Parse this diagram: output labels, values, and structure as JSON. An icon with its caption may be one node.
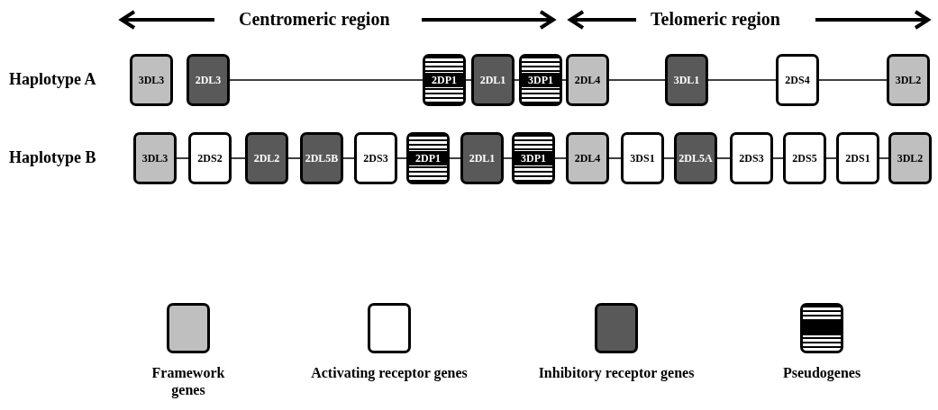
{
  "diagram": {
    "nodes": [
      {
        "text": [
          "3DL3"
        ]
      },
      {
        "text": [
          "2DL3"
        ]
      },
      {
        "text": [
          "2DP1"
        ]
      },
      {
        "text": [
          "2DL1"
        ]
      },
      {
        "text": [
          "3DP1"
        ]
      },
      {
        "text": [
          "2DL4"
        ]
      },
      {
        "text": [
          "3DL1"
        ]
      },
      {
        "text": [
          "2DS4"
        ]
      },
      {
        "text": [
          "3DL2"
        ]
      },
      {
        "text": [
          "3DL3"
        ]
      },
      {
        "text": [
          "2DS2"
        ]
      },
      {
        "text": [
          "2DL2"
        ]
      },
      {
        "text": [
          "2DL5B"
        ]
      },
      {
        "text": [
          "2DS3"
        ]
      },
      {
        "text": [
          "2DP1"
        ]
      },
      {
        "text": [
          "2DL1"
        ]
      },
      {
        "text": [
          "3DP1"
        ]
      },
      {
        "text": [
          "2DL4"
        ]
      },
      {
        "text": [
          "3DS1"
        ]
      },
      {
        "text": [
          "2DL5A"
        ]
      },
      {
        "text": [
          "2DS3"
        ]
      },
      {
        "text": [
          "2DS5"
        ]
      },
      {
        "text": [
          "2DS1"
        ]
      },
      {
        "text": [
          "3DL2"
        ]
      }
    ],
    "edges": [
      {
        "from": 1,
        "to": 2,
        "arrow": "none"
      },
      {
        "from": 2,
        "to": 3,
        "arrow": "none"
      },
      {
        "from": 3,
        "to": 4,
        "arrow": "none"
      },
      {
        "from": 4,
        "to": 5,
        "arrow": "none"
      },
      {
        "from": 5,
        "to": 6,
        "arrow": "none"
      },
      {
        "from": 6,
        "to": 7,
        "arrow": "none"
      },
      {
        "from": 7,
        "to": 8,
        "arrow": "none"
      },
      {
        "from": 9,
        "to": 10,
        "arrow": "none"
      },
      {
        "from": 10,
        "to": 11,
        "arrow": "none"
      },
      {
        "from": 11,
        "to": 12,
        "arrow": "none"
      },
      {
        "from": 12,
        "to": 13,
        "arrow": "none"
      },
      {
        "from": 13,
        "to": 14,
        "arrow": "none"
      },
      {
        "from": 14,
        "to": 15,
        "arrow": "none"
      },
      {
        "from": 15,
        "to": 16,
        "arrow": "none"
      },
      {
        "from": 16,
        "to": 17,
        "arrow": "none"
      },
      {
        "from": 17,
        "to": 18,
        "arrow": "none"
      },
      {
        "from": 18,
        "to": 19,
        "arrow": "none"
      },
      {
        "from": 19,
        "to": 20,
        "arrow": "none"
      },
      {
        "from": 20,
        "to": 21,
        "arrow": "none"
      },
      {
        "from": 21,
        "to": 22,
        "arrow": "none"
      },
      {
        "from": 22,
        "to": 23,
        "arrow": "none"
      }
    ],
    "labels": [
      "Centromeric region",
      "Telomeric region",
      "Haplotype A",
      "Haplotype B"
    ],
    "legend": [
      {
        "text": "Framework genes",
        "color": "#bfbfbf"
      },
      {
        "text": "Activating receptor genes",
        "color": "#ffffff"
      },
      {
        "text": "Inhibitory receptor genes",
        "color": "#595959"
      },
      {
        "text": "Pseudogenes"
      }
    ]
  }
}
